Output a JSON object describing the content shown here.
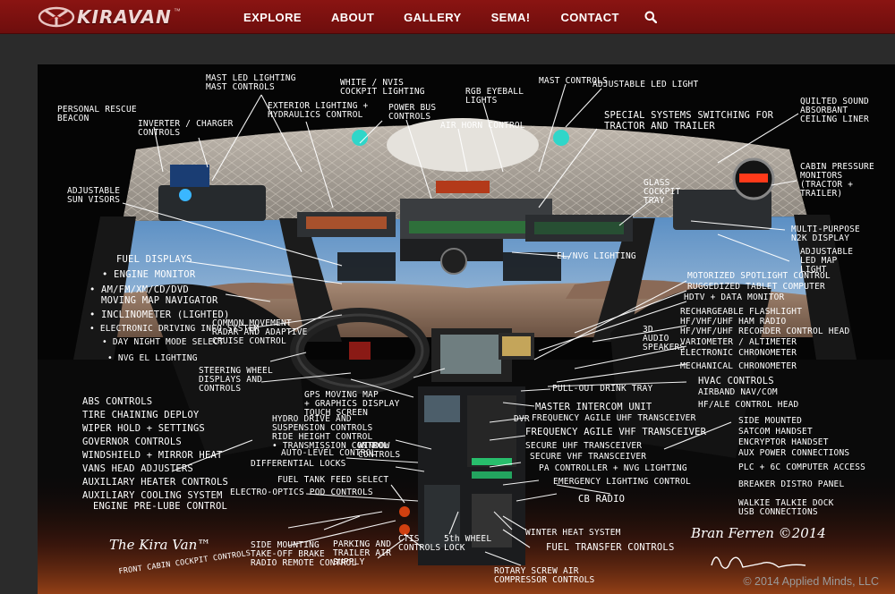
{
  "brand": {
    "name": "KIRAVAN",
    "tm": "™"
  },
  "nav": {
    "items": [
      "EXPLORE",
      "ABOUT",
      "GALLERY",
      "SEMA!",
      "CONTACT"
    ]
  },
  "colors": {
    "header": "#7e1110",
    "annotation": "#ffffff"
  },
  "image": {
    "caption_title": "The Kira Van™",
    "caption_sub": "FRONT CABIN COCKPIT CONTROLS",
    "signature": "Bran Ferren ©2014",
    "copyright": "© 2014 Applied Minds, LLC",
    "annotations": {
      "mast_led": "MAST LED LIGHTING\nMAST CONTROLS",
      "white_nvis": "WHITE / NVIS\nCOCKPIT LIGHTING",
      "rgb_eyeball": "RGB EYEBALL\nLIGHTS",
      "mast_controls": "MAST CONTROLS",
      "personal_rescue": "PERSONAL RESCUE\nBEACON",
      "inverter": "INVERTER / CHARGER\nCONTROLS",
      "exterior_lighting": "EXTERIOR LIGHTING +\nHYDRAULICS CONTROL",
      "power_bus": "POWER BUS\nCONTROLS",
      "air_horn": "AIR HORN CONTROL",
      "adjustable_led": "ADJUSTABLE LED LIGHT",
      "special_systems": "SPECIAL SYSTEMS SWITCHING FOR\nTRACTOR AND TRAILER",
      "quilted_sound": "QUILTED SOUND\nABSORBANT\nCEILING LINER",
      "cabin_pressure": "CABIN PRESSURE\nMONITORS\n(TRACTOR +\nTRAILER)",
      "adjustable_sun": "ADJUSTABLE\nSUN VISORS",
      "glass_cockpit": "GLASS\nCOCKPIT\nTRAY",
      "multi_purpose": "MULTI-PURPOSE\nN2K DISPLAY",
      "adjustable_map": "ADJUSTABLE\nLED MAP\nLIGHT",
      "el_nvg": "EL/NVG LIGHTING",
      "fuel_displays": "FUEL DISPLAYS",
      "engine_monitor": "• ENGINE MONITOR",
      "am_fm": "• AM/FM/XM/CD/DVD\n  MOVING MAP NAVIGATOR",
      "inclinometer": "• INCLINOMETER (LIGHTED)",
      "electronic_driving": "• ELECTRONIC DRIVING INFO SYSTEM",
      "day_night": "• DAY NIGHT MODE SELECT",
      "nvg_el": "• NVG EL LIGHTING",
      "common_movement": "COMMON MOVEMENT\nRADAR AND ADAPTIVE\nCRUISE CONTROL",
      "steering_wheel": "STEERING WHEEL\nDISPLAYS AND\nCONTROLS",
      "gps_moving": "GPS MOVING MAP\n+ GRAPHICS DISPLAY\nTOUCH SCREEN",
      "motorized": "MOTORIZED SPOTLIGHT CONTROL",
      "ruggedized": "RUGGEDIZED TABLET COMPUTER",
      "hdtv": "HDTV + DATA MONITOR",
      "rechargeable": "RECHARGEABLE FLASHLIGHT",
      "hf_vhf": "HF/VHF/UHF HAM RADIO",
      "recorder": "HF/VHF/UHF RECORDER CONTROL HEAD",
      "variometer": "VARIOMETER / ALTIMETER",
      "chronometer": "ELECTRONIC CHRONOMETER",
      "audio_speakers": "3D\nAUDIO\nSPEAKERS",
      "mechanical": "MECHANICAL CHRONOMETER",
      "hvac": "HVAC CONTROLS",
      "airband": "AIRBAND NAV/COM",
      "hf_ale": "HF/ALE CONTROL HEAD",
      "pull_out": "PULL-OUT DRINK TRAY",
      "master_intercom": "MASTER INTERCOM UNIT",
      "abs_controls": "ABS CONTROLS\nTIRE CHAINING DEPLOY\nWIPER HOLD + SETTINGS\nGOVERNOR CONTROLS\nWINDSHIELD + MIRROR HEAT\nVANS HEAD ADJUSTERS\nAUXILIARY HEATER CONTROLS\nAUXILIARY COOLING SYSTEM",
      "engine_prelube": "ENGINE PRE-LUBE CONTROL",
      "hydro_drive": "HYDRO DRIVE AND\nSUSPENSION CONTROLS\nRIDE HEIGHT CONTROL\n• TRANSMISSION CONTROL",
      "auto_level": "AUTO-LEVEL CONTROL",
      "window_controls": "WINDOW\nCONTROLS",
      "differential": "DIFFERENTIAL LOCKS",
      "fuel_tank": "FUEL TANK FEED SELECT",
      "electro_optics": "ELECTRO-OPTICS POD CONTROLS",
      "dvr": "DVR",
      "freq_agile_uhf": "FREQUENCY AGILE UHF TRANSCEIVER",
      "freq_agile_vhf": "FREQUENCY AGILE VHF TRANSCEIVER",
      "secure_uhf": "SECURE UHF TRANSCEIVER",
      "secure_vhf": "SECURE VHF TRANSCEIVER",
      "pa_controller": "PA CONTROLLER + NVG LIGHTING",
      "emergency": "EMERGENCY LIGHTING CONTROL",
      "cb_radio": "CB RADIO",
      "side_mounted": "SIDE MOUNTED\nSATCOM HANDSET\nENCRYPTOR HANDSET\nAUX POWER CONNECTIONS",
      "plc": "PLC + 6C COMPUTER ACCESS",
      "breaker": "BREAKER DISTRO PANEL",
      "walkie": "WALKIE TALKIE DOCK\nUSB CONNECTIONS",
      "side_mounting": "SIDE MOUNTING\nTAKE-OFF BRAKE\nRADIO REMOTE CONTROL",
      "parking": "PARKING AND\nTRAILER AIR\nSUPPLY",
      "ctis": "CTIS\nCONTROLS",
      "fifth_wheel": "5th WHEEL\nLOCK",
      "winter_heat": "WINTER HEAT SYSTEM",
      "fuel_transfer": "FUEL TRANSFER CONTROLS",
      "rotary": "ROTARY SCREW AIR\nCOMPRESSOR CONTROLS"
    }
  }
}
